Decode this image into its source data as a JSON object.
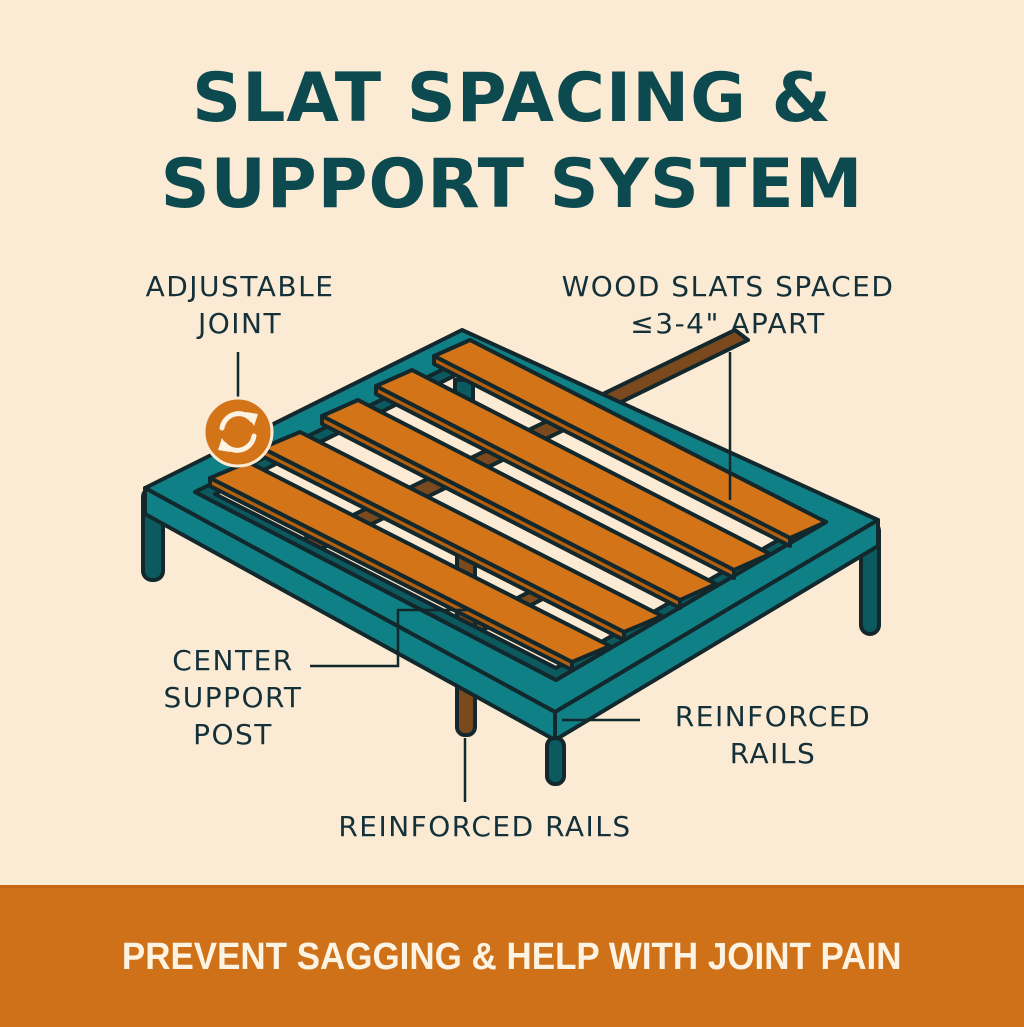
{
  "title": {
    "line1": "SLAT SPACING &",
    "line2": "SUPPORT SYSTEM"
  },
  "callouts": {
    "adjustable_joint": {
      "line1": "ADJUSTABLE",
      "line2": "JOINT",
      "icon": "refresh-arrows-icon"
    },
    "wood_slats": {
      "line1": "WOOD SLATS SPACED",
      "line2": "≤3-4\" APART"
    },
    "center_support": {
      "line1": "CENTER",
      "line2": "SUPPORT",
      "line3": "POST"
    },
    "reinforced_rails_right": {
      "line1": "REINFORCED",
      "line2": "RAILS"
    },
    "reinforced_rails_bottom": {
      "line1": "REINFORCED RAILS"
    }
  },
  "banner": {
    "text": "PREVENT SAGGING & HELP WITH JOINT PAIN"
  },
  "colors": {
    "background": "#fbebd4",
    "title": "#0d4a50",
    "frame_teal": "#0f8086",
    "frame_teal_dark": "#0b5a5f",
    "slat_orange": "#d47418",
    "post_brown": "#7a4a1e",
    "outline": "#13282c",
    "banner": "#cf7118",
    "banner_text": "#fdf3e3"
  }
}
